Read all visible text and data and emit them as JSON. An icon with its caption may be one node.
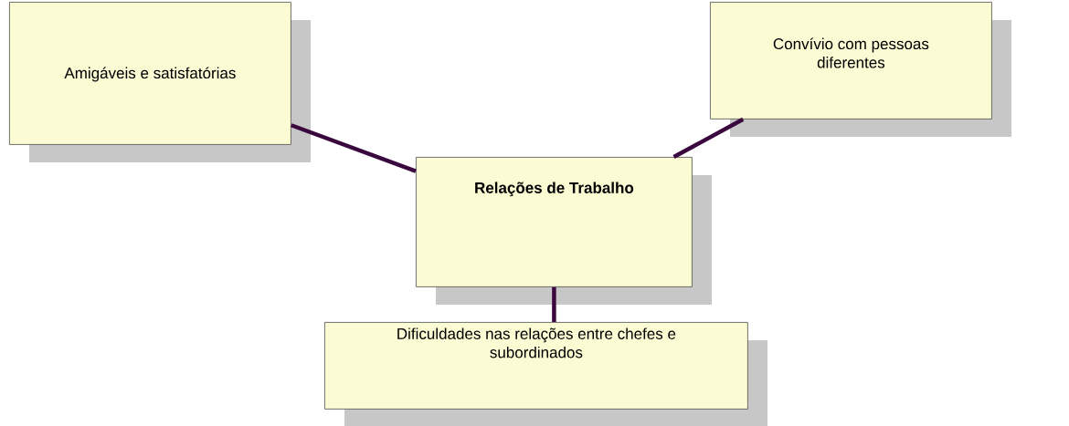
{
  "diagram": {
    "nodes": [
      {
        "text": [
          "Relações de Trabalho"
        ]
      },
      {
        "text": [
          "Amigáveis e satisfatórias"
        ]
      },
      {
        "text": [
          "Convívio com pessoas diferentes"
        ]
      },
      {
        "text": [
          "Dificuldades nas relações entre chefes e subordinados"
        ]
      }
    ],
    "edges": [
      {
        "from": 0,
        "to": 1,
        "arrow": "none"
      },
      {
        "from": 0,
        "to": 2,
        "arrow": "none"
      },
      {
        "from": 0,
        "to": 3,
        "arrow": "none"
      }
    ]
  }
}
